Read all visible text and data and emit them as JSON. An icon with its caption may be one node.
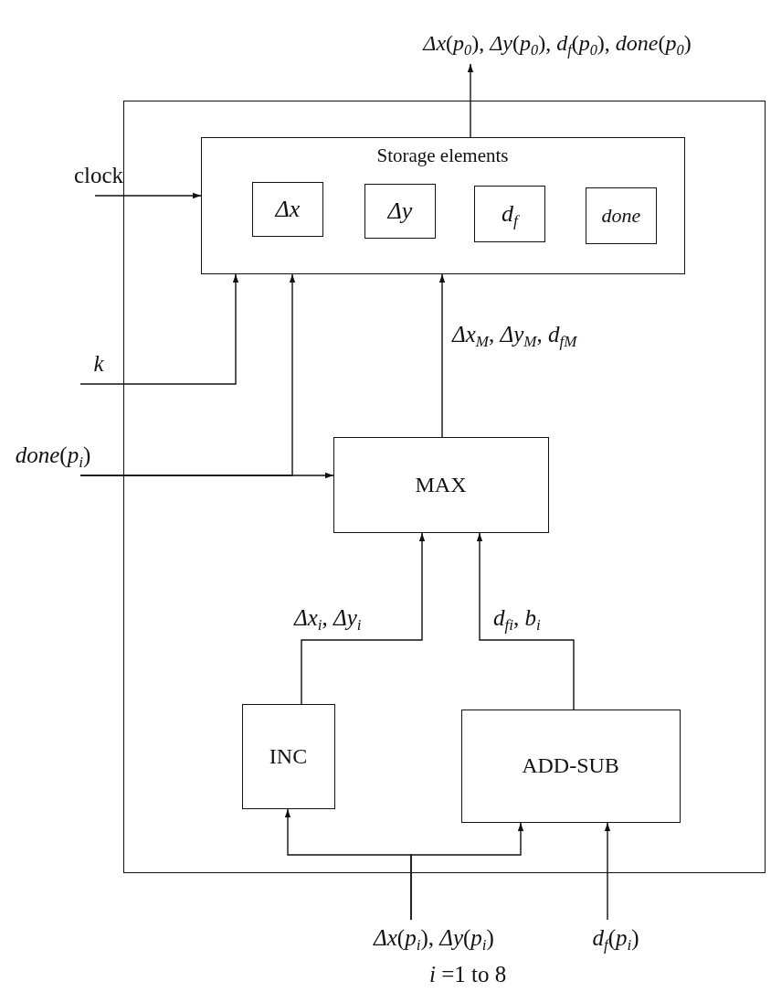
{
  "diagram": {
    "nodes": [
      {
        "text": [],
        "shape": "box"
      },
      {
        "text": [
          "Storage elements"
        ],
        "in": 0
      },
      {
        "text": [
          "*Δx*"
        ],
        "in": 1
      },
      {
        "text": [
          "*Δy*"
        ],
        "in": 1
      },
      {
        "text": [
          "*d*$_{f}$"
        ],
        "in": 1
      },
      {
        "text": [
          "done"
        ],
        "in": 1
      },
      {
        "text": [
          "MAX"
        ],
        "in": 0
      },
      {
        "text": [
          "INC"
        ],
        "in": 0
      },
      {
        "text": [
          "ADD-SUB"
        ],
        "in": 0
      },
      {
        "text": [
          "*Δx*(*p*$_{0}$), *Δy*(*p*$_{0}$), *d*$_{f}$(*p*$_{0}$), *done*(*p*$_{0}$)"
        ]
      },
      {
        "text": [
          "clock"
        ]
      },
      {
        "text": [
          "k"
        ]
      },
      {
        "text": [
          "*done*(*p*$_{i}$)"
        ]
      },
      {
        "text": [
          "*Δx*(*p*$_{i}$), *Δy*(*p*$_{i}$)"
        ]
      },
      {
        "text": [
          "*d*$_{f}$(*p*$_{i}$)"
        ]
      }
    ],
    "edges": [
      {
        "from": 1,
        "to": 9,
        "arrow": "to"
      },
      {
        "from": 10,
        "to": 1,
        "arrow": "to"
      },
      {
        "from": 11,
        "to": 1,
        "arrow": "to"
      },
      {
        "from": 12,
        "to": 1,
        "arrow": "to"
      },
      {
        "from": 12,
        "to": 6,
        "arrow": "to"
      },
      {
        "from": 6,
        "to": 1,
        "arrow": "to",
        "label": "*Δx*$_{M}$, *Δy*$_{M}$, *d*$_{fM}$"
      },
      {
        "from": 7,
        "to": 6,
        "arrow": "to",
        "label": "*Δx*$_{i}$, *Δy*$_{i}$"
      },
      {
        "from": 8,
        "to": 6,
        "arrow": "to",
        "label": "*d*$_{fi}$, *b*$_{i}$"
      },
      {
        "from": 13,
        "to": 7,
        "arrow": "to"
      },
      {
        "from": 13,
        "to": 8,
        "arrow": "to"
      },
      {
        "from": 14,
        "to": 8,
        "arrow": "to"
      }
    ],
    "labels": [
      "*i* =1 to 8"
    ]
  }
}
